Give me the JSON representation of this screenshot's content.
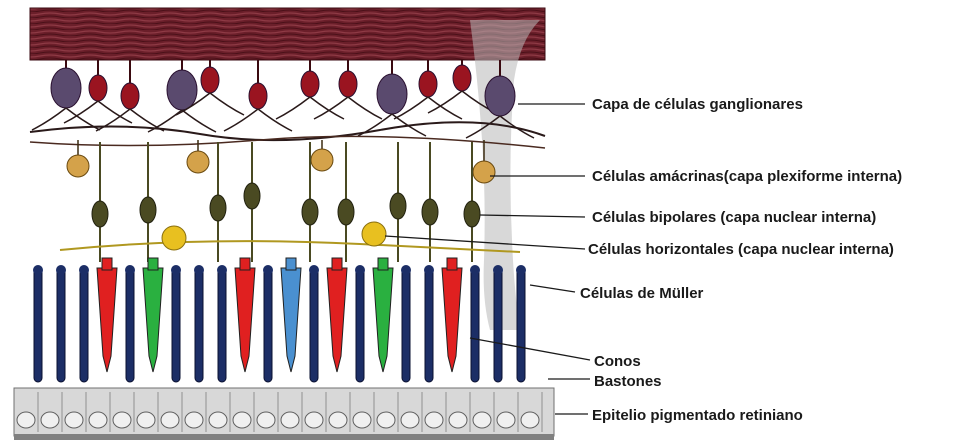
{
  "labels": {
    "ganglion": "Capa de células ganglionares",
    "amacrine": "Células amácrinas(capa plexiforme interna)",
    "bipolar": "Células bipolares (capa nuclear interna)",
    "horizontal": "Células horizontales (capa nuclear interna)",
    "muller": "Células de Müller",
    "cones": "Conos",
    "rods": "Bastones",
    "epithelium": "Epitelio pigmentado retiniano"
  },
  "colors": {
    "nerve_fiber_layer": "#6b1f2a",
    "ganglion_cell": "#5a4a6e",
    "amacrine_cell": "#d4a24a",
    "bipolar_cell": "#4a4a22",
    "horizontal_cell": "#e8c020",
    "rod": "#1c2e66",
    "cone_red": "#e02020",
    "cone_green": "#2ab040",
    "cone_blue": "#4a90d0",
    "muller_cell": "#b8b8b8",
    "epithelium": "#d8d8d8"
  },
  "photoreceptors": [
    "rod",
    "rod",
    "rod",
    "cone_red",
    "rod",
    "cone_green",
    "rod",
    "rod",
    "rod",
    "cone_red",
    "rod",
    "cone_blue",
    "rod",
    "cone_red",
    "rod",
    "cone_green",
    "rod",
    "rod",
    "cone_red",
    "rod",
    "rod",
    "rod"
  ]
}
